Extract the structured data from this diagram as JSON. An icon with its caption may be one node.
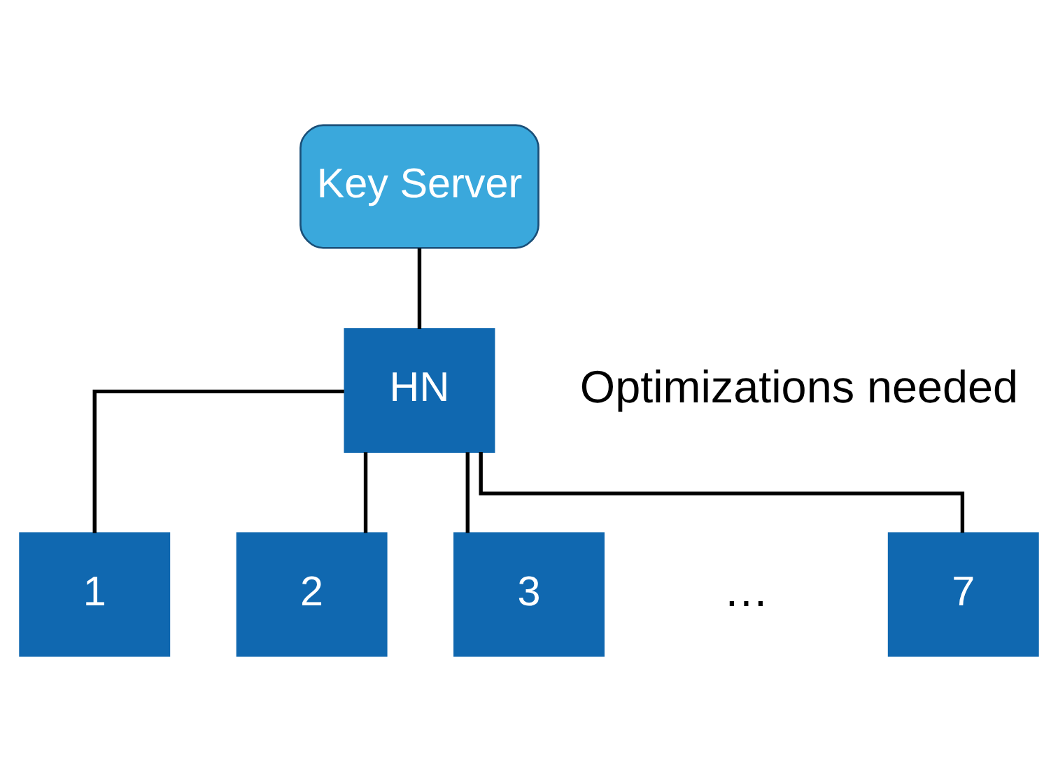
{
  "diagram": {
    "nodes": [
      {
        "text": [
          "Key Server"
        ]
      },
      {
        "text": [
          "HN"
        ]
      },
      {
        "text": [
          "1"
        ]
      },
      {
        "text": [
          "2"
        ]
      },
      {
        "text": [
          "3"
        ]
      },
      {
        "text": [
          "7"
        ]
      }
    ],
    "edges": [
      {
        "from": 0,
        "to": 1,
        "arrow": "none"
      },
      {
        "from": 1,
        "to": 2,
        "arrow": "none"
      },
      {
        "from": 1,
        "to": 3,
        "arrow": "none"
      },
      {
        "from": 1,
        "to": 4,
        "arrow": "none"
      },
      {
        "from": 1,
        "to": 5,
        "arrow": "none"
      }
    ],
    "labels": [
      "Optimizations needed",
      "…"
    ]
  }
}
